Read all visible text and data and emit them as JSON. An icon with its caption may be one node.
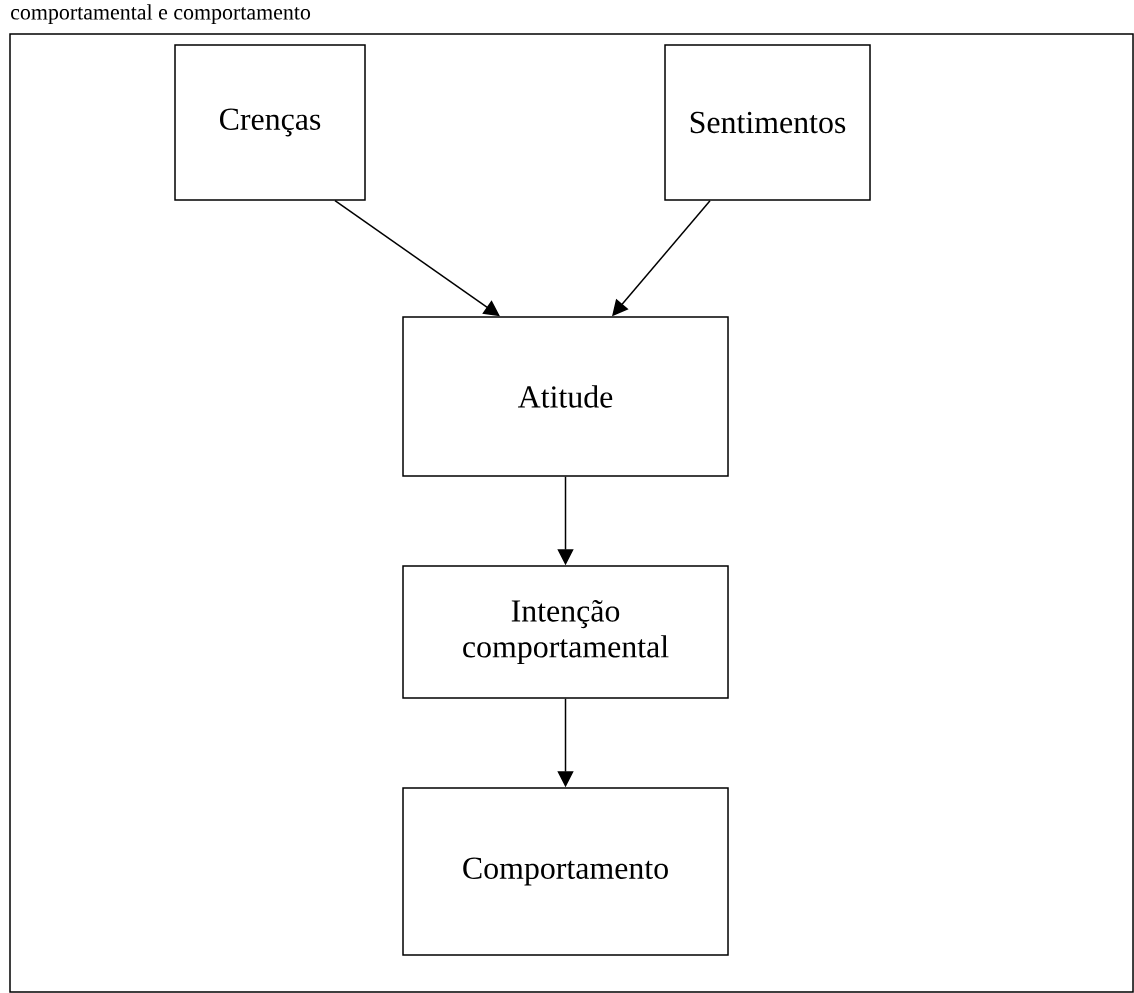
{
  "diagram": {
    "nodes": [
      {
        "text": [
          "Crenças"
        ]
      },
      {
        "text": [
          "Sentimentos"
        ]
      },
      {
        "text": [
          "Atitude"
        ]
      },
      {
        "text": [
          "Intenção comportamental"
        ]
      },
      {
        "text": [
          "Comportamento"
        ]
      }
    ],
    "edges": [
      {
        "from": 0,
        "to": 2,
        "arrow": "to"
      },
      {
        "from": 1,
        "to": 2,
        "arrow": "to"
      },
      {
        "from": 2,
        "to": 3,
        "arrow": "to"
      },
      {
        "from": 3,
        "to": 4,
        "arrow": "to"
      }
    ],
    "labels": [
      "comportamental e comportamento"
    ]
  }
}
